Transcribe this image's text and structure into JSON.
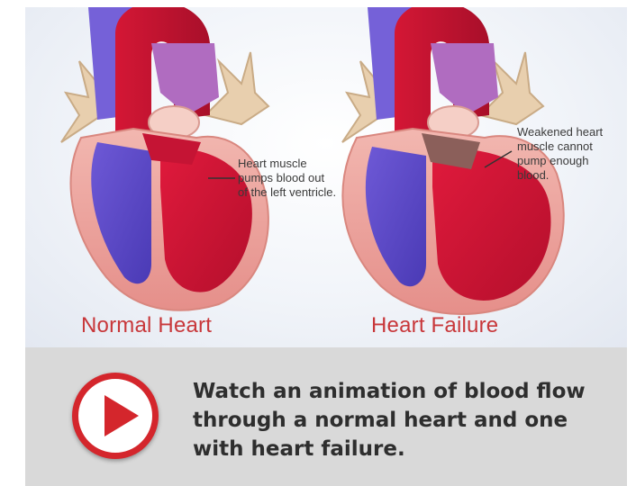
{
  "figure": {
    "normal_caption": "Normal Heart",
    "failure_caption": "Heart Failure",
    "normal_note": "Heart muscle pumps blood out of the left ventricle.",
    "failure_note": "Weakened heart muscle cannot pump enough blood."
  },
  "video_link": {
    "icon": "play-icon",
    "text": "Watch an animation of blood flow through a normal heart and one with heart failure."
  },
  "colors": {
    "accent_red": "#d4262c",
    "caption_red": "#c8373a",
    "panel_gray": "#d9d9d9"
  }
}
